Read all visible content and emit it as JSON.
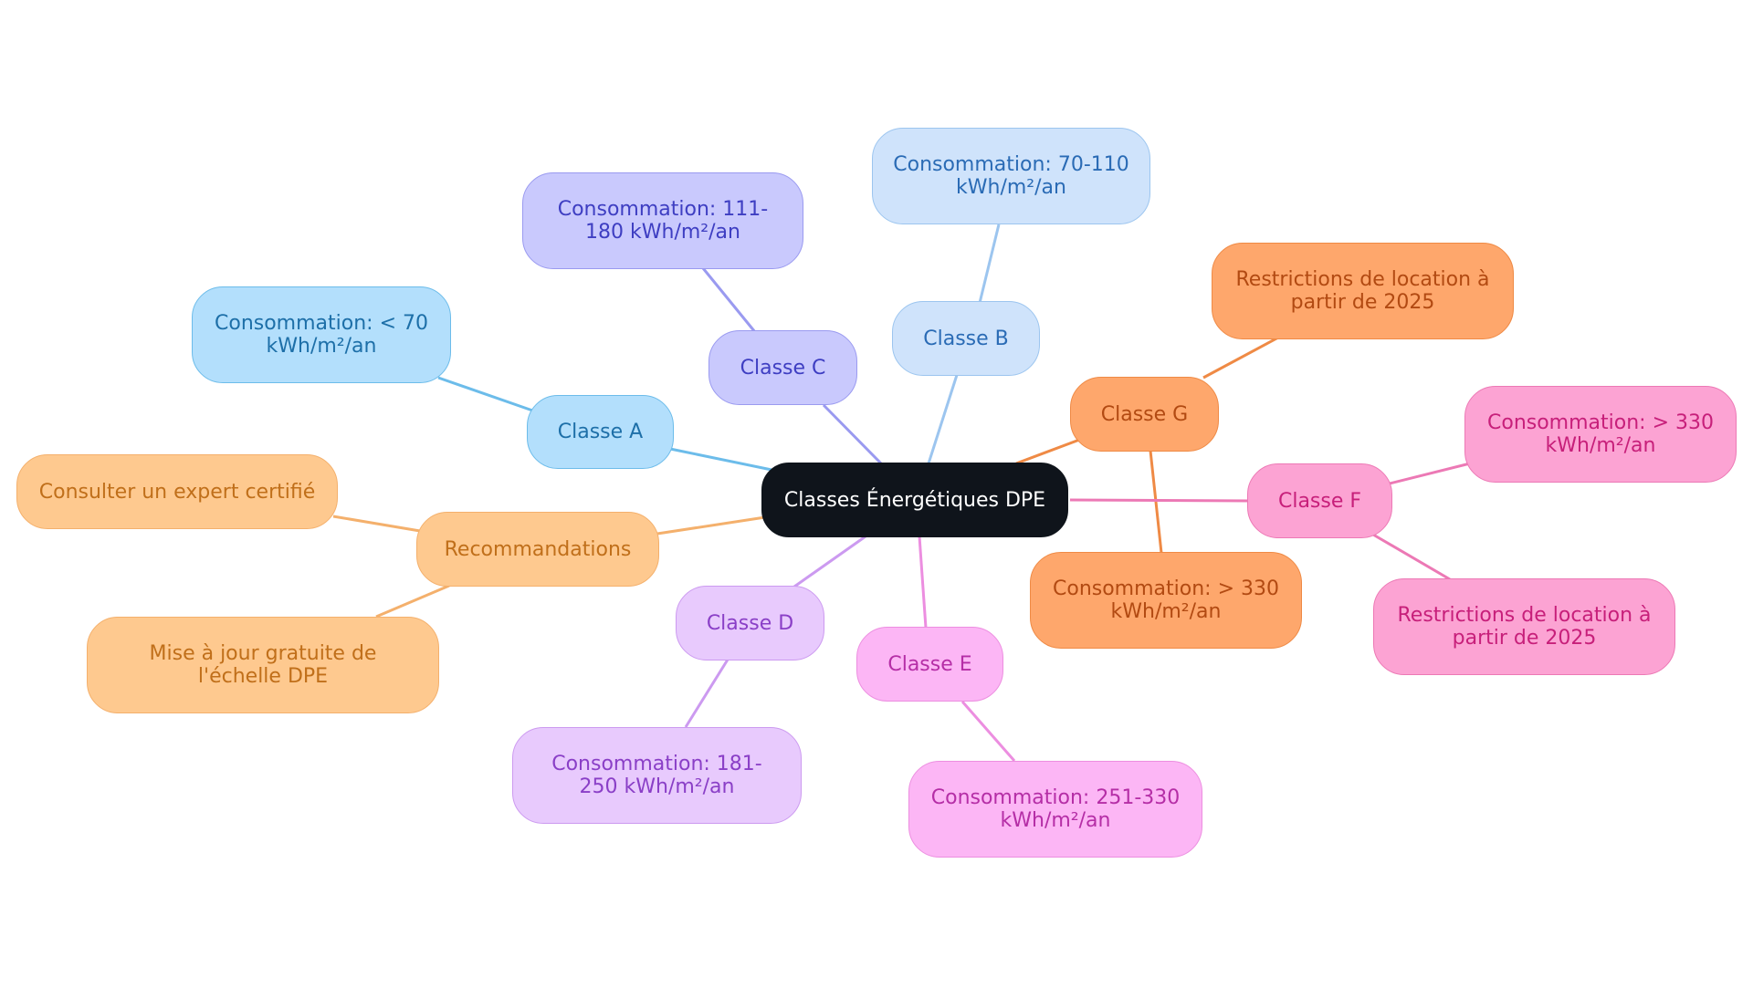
{
  "mindmap": {
    "center": {
      "label": "Classes Énergétiques DPE"
    },
    "classes": {
      "a": {
        "label": "Classe A",
        "consumption": "Consommation: < 70 kWh/m²/an"
      },
      "b": {
        "label": "Classe B",
        "consumption": "Consommation: 70-110 kWh/m²/an"
      },
      "c": {
        "label": "Classe C",
        "consumption": "Consommation: 111-180 kWh/m²/an"
      },
      "d": {
        "label": "Classe D",
        "consumption": "Consommation: 181-250 kWh/m²/an"
      },
      "e": {
        "label": "Classe E",
        "consumption": "Consommation: 251-330 kWh/m²/an"
      },
      "f": {
        "label": "Classe F",
        "consumption": "Consommation: > 330 kWh/m²/an",
        "restriction": "Restrictions de location à partir de 2025"
      },
      "g": {
        "label": "Classe G",
        "consumption": "Consommation: > 330 kWh/m²/an",
        "restriction": "Restrictions de location à partir de 2025"
      }
    },
    "recommendations": {
      "label": "Recommandations",
      "expert": "Consulter un expert certifié",
      "update": "Mise à jour gratuite de l'échelle DPE"
    }
  },
  "colors": {
    "center_fill": "#0f141b",
    "center_text": "#ffffff",
    "a_fill": "#b3dffc",
    "a_border": "#6cbcea",
    "a_text": "#1d6fa8",
    "b_fill": "#cfe3fb",
    "b_border": "#9cc5ef",
    "b_text": "#2a6bb5",
    "c_fill": "#c9c9fd",
    "c_border": "#9a9af0",
    "c_text": "#3e3ec2",
    "d_fill": "#e8cafd",
    "d_border": "#cc9af0",
    "d_text": "#8a3fc7",
    "e_fill": "#fcb6f5",
    "e_border": "#ec8ee0",
    "e_text": "#b52ea6",
    "f_fill": "#fca3d3",
    "f_border": "#ec79b5",
    "f_text": "#c71f7a",
    "g_fill": "#fea76c",
    "g_border": "#ef8a45",
    "g_text": "#b24a12",
    "r_fill": "#fec98f",
    "r_border": "#f4b06c",
    "r_text": "#c06f1a"
  }
}
